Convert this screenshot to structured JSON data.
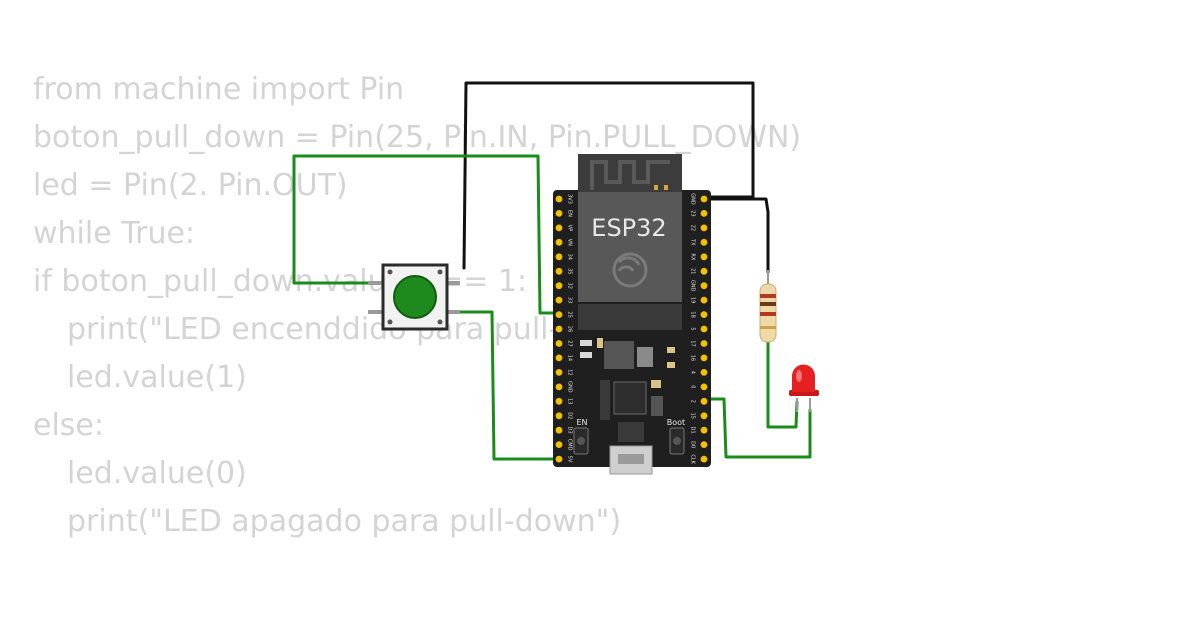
{
  "code_lines": [
    {
      "text": "from machine import Pin",
      "indent": false
    },
    {
      "text": "boton_pull_down = Pin(25, Pin.IN, Pin.PULL_DOWN)",
      "indent": false
    },
    {
      "text": "led = Pin(2. Pin.OUT)",
      "indent": false
    },
    {
      "text": "while True:",
      "indent": false
    },
    {
      "text": "if boton_pull_down.value() == 1:",
      "indent": false
    },
    {
      "text": "print(\"LED encenddido para pull-down\")",
      "indent": true
    },
    {
      "text": "led.value(1)",
      "indent": true
    },
    {
      "text": "else:",
      "indent": false
    },
    {
      "text": "led.value(0)",
      "indent": true
    },
    {
      "text": "print(\"LED apagado para pull-down\")",
      "indent": true
    }
  ],
  "board": {
    "name": "ESP32",
    "en_label": "EN",
    "boot_label": "Boot",
    "left_pins": [
      "3V3",
      "EN",
      "VP",
      "VN",
      "34",
      "35",
      "32",
      "33",
      "25",
      "26",
      "27",
      "14",
      "12",
      "GND",
      "13",
      "D2",
      "D3",
      "CMD",
      "5V"
    ],
    "right_pins": [
      "GND",
      "23",
      "22",
      "TX",
      "RX",
      "21",
      "GND",
      "19",
      "18",
      "5",
      "17",
      "16",
      "4",
      "0",
      "2",
      "15",
      "D1",
      "D0",
      "CLK"
    ]
  },
  "colors": {
    "wire_green": "#1a8c1a",
    "wire_black": "#111111",
    "board": "#1f1f1f",
    "pin_pad": "#f2c200",
    "button_cap": "#1e8a1e",
    "led": "#e62020"
  }
}
